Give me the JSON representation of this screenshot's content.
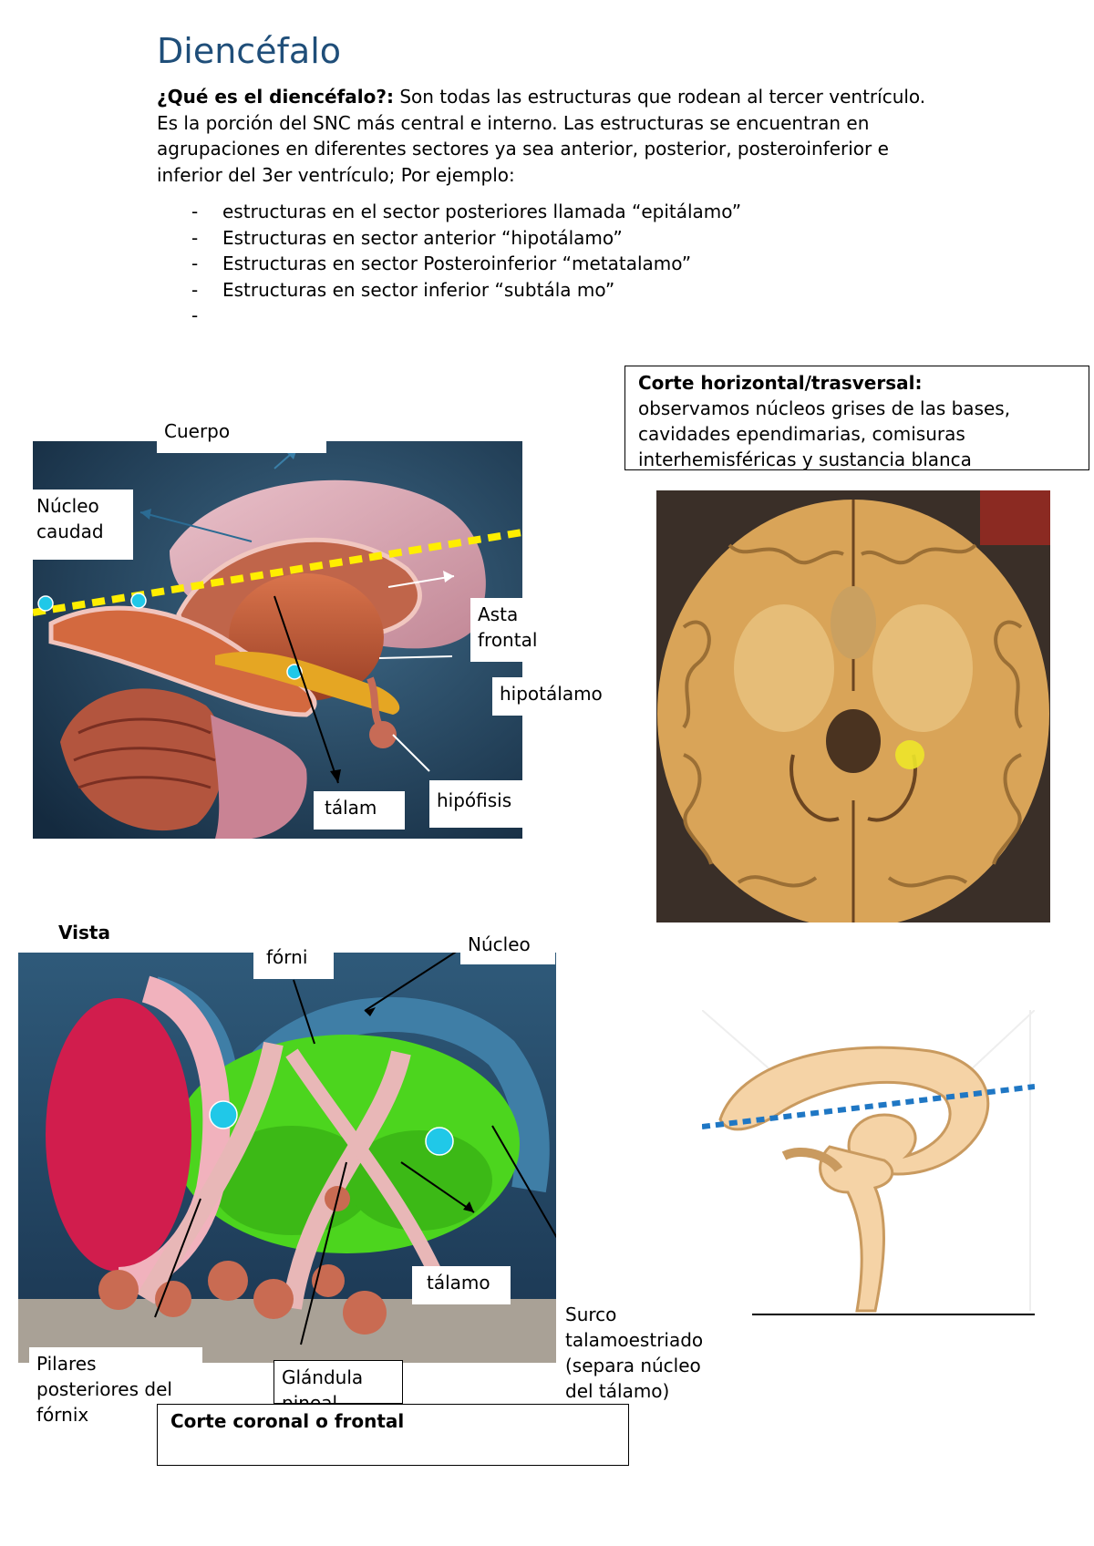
{
  "title": "Diencéfalo",
  "intro": {
    "question": "¿Qué es el diencéfalo?:",
    "text": " Son todas las estructuras que rodean al tercer ventrículo. Es la porción del SNC más central e interno. Las estructuras se encuentran en agrupaciones en diferentes sectores ya sea anterior, posterior, posteroinferior e inferior del 3er ventrículo; Por ejemplo:"
  },
  "bullets": [
    "estructuras en el sector posteriores llamada “epitálamo”",
    "Estructuras en sector anterior “hipotálamo”",
    "Estructuras en sector Posteroinferior “metatalamo”",
    "Estructuras en sector inferior “subtála mo”",
    ""
  ],
  "figure1": {
    "labels": {
      "cuerpo": "Cuerpo",
      "nucleo_caudado": "Núcleo caudad",
      "asta_frontal": "Asta frontal",
      "hipotalamo": "hipotálamo",
      "talamo": "tálam",
      "hipofisis": "hipófisis"
    }
  },
  "figure2": {
    "box_title": "Corte horizontal/trasversal:",
    "box_text": "observamos núcleos grises de las bases, cavidades ependimarias, comisuras interhemisféricas y sustancia blanca"
  },
  "figure3": {
    "labels": {
      "vista": "Vista",
      "fornix": "fórni",
      "nucleo": "Núcleo",
      "talamo": "tálamo",
      "surco": "Surco talamoestriado (separa núcleo del tálamo)",
      "pilares": "Pilares posteriores del fórnix",
      "glandula": "Glándula pineal"
    },
    "box_title": "Corte coronal o frontal"
  },
  "colors": {
    "title": "#1f4e79",
    "dashed_yellow": "#ffee00",
    "dashed_blue": "#1f77c4",
    "accent_cyan": "#20c8e8",
    "thalamus_green": "#4cd51e"
  }
}
